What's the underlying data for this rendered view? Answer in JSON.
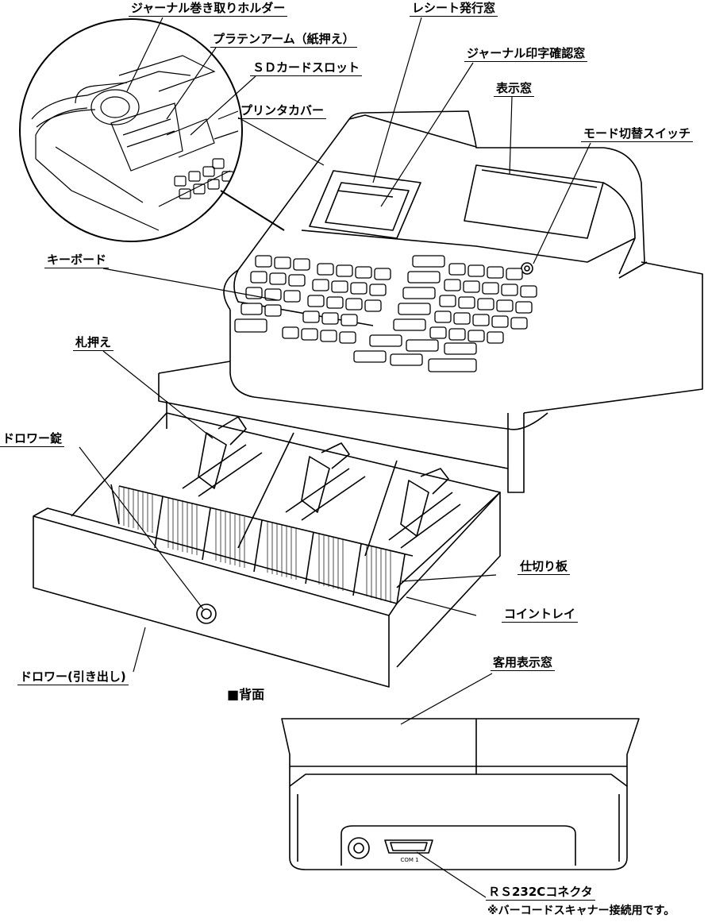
{
  "labels": {
    "journal_holder": "ジャーナル巻き取りホルダー",
    "platen_arm": "プラテンアーム（紙押え）",
    "sd_slot": "ＳＤカードスロット",
    "printer_cover": "プリンタカバー",
    "receipt_window": "レシート発行窓",
    "journal_window": "ジャーナル印字確認窓",
    "display_window": "表示窓",
    "mode_switch": "モード切替スイッチ",
    "keyboard": "キーボード",
    "bill_holder": "札押え",
    "drawer_lock": "ドロワー錠",
    "divider": "仕切り板",
    "coin_tray": "コイントレイ",
    "drawer": "ドロワー(引き出し)",
    "customer_display": "客用表示窓",
    "rear_title": "■背面",
    "rs232c": "ＲＳ232Cコネクタ",
    "rs232c_note": "※バーコードスキャナー接続用です。",
    "com_port": "COM 1"
  }
}
